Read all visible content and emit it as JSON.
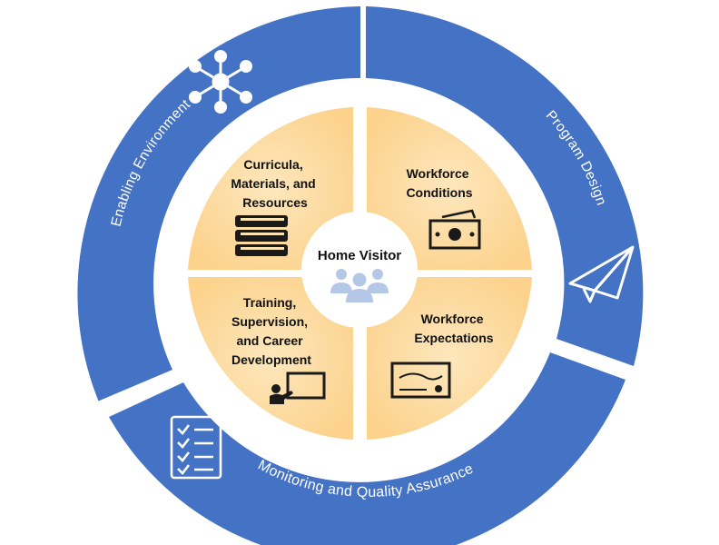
{
  "diagram": {
    "outer_ring": [
      {
        "id": "enabling",
        "label": "Enabling Environment",
        "icon": "network-icon"
      },
      {
        "id": "program",
        "label": "Program Design",
        "icon": "paper-plane-icon"
      },
      {
        "id": "monitoring",
        "label": "Monitoring and Quality Assurance",
        "icon": "checklist-icon"
      }
    ],
    "inner_quadrants": [
      {
        "id": "curricula",
        "lines": [
          "Curricula,",
          "Materials, and",
          "Resources"
        ],
        "icon": "books-icon"
      },
      {
        "id": "conditions",
        "lines": [
          "Workforce",
          "Conditions"
        ],
        "icon": "money-icon"
      },
      {
        "id": "training",
        "lines": [
          "Training,",
          "Supervision,",
          "and Career",
          "Development"
        ],
        "icon": "teacher-board-icon"
      },
      {
        "id": "expectations",
        "lines": [
          "Workforce",
          "Expectations"
        ],
        "icon": "certificate-icon"
      }
    ],
    "center": {
      "label": "Home Visitor",
      "icon": "people-group-icon"
    },
    "colors": {
      "outer_blue": "#4472c4",
      "inner_orange": "#fcd899",
      "inner_orange_light": "#fde7bd",
      "icon_dark": "#1a1a1a",
      "people_icon": "#b4c7e7"
    }
  }
}
